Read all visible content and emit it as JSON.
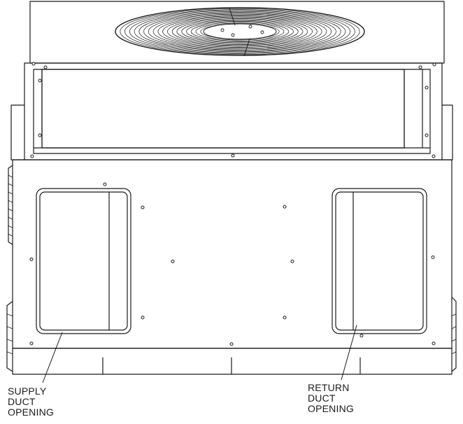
{
  "labels": {
    "supply": [
      "SUPPLY",
      "DUCT",
      "OPENING"
    ],
    "return": [
      "RETURN",
      "DUCT",
      "OPENING"
    ]
  },
  "colors": {
    "line": "#1a1a1a",
    "background": "#ffffff"
  }
}
